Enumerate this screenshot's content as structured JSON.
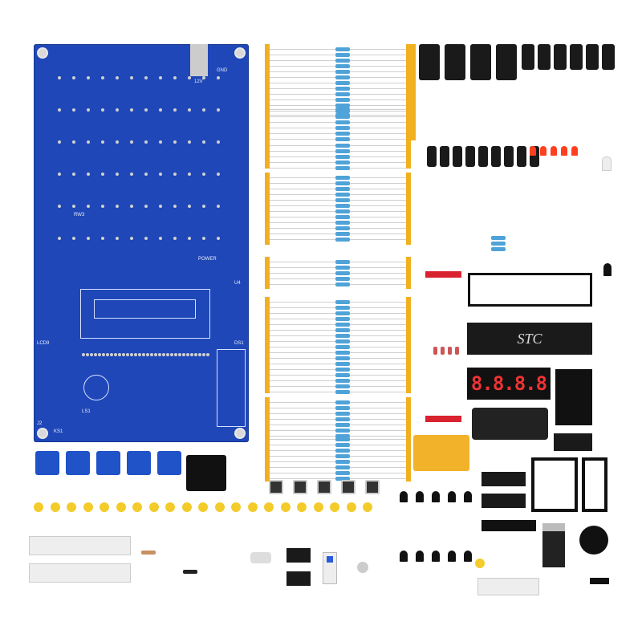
{
  "pcb": {
    "labels": [
      "12V",
      "GND",
      "POWER",
      "LCD9",
      "DS1",
      "RW3",
      "LS1",
      "J2",
      "U4",
      "KS1"
    ]
  },
  "mcu_chip": {
    "brand": "STC"
  },
  "display": {
    "digits": "8.8.8.8"
  },
  "colors": {
    "pcb": "#1f47b8",
    "tape": "#f0b020",
    "resistor": "#4fa3d8",
    "led": "#ff4020",
    "relay": "#f2b22a"
  }
}
